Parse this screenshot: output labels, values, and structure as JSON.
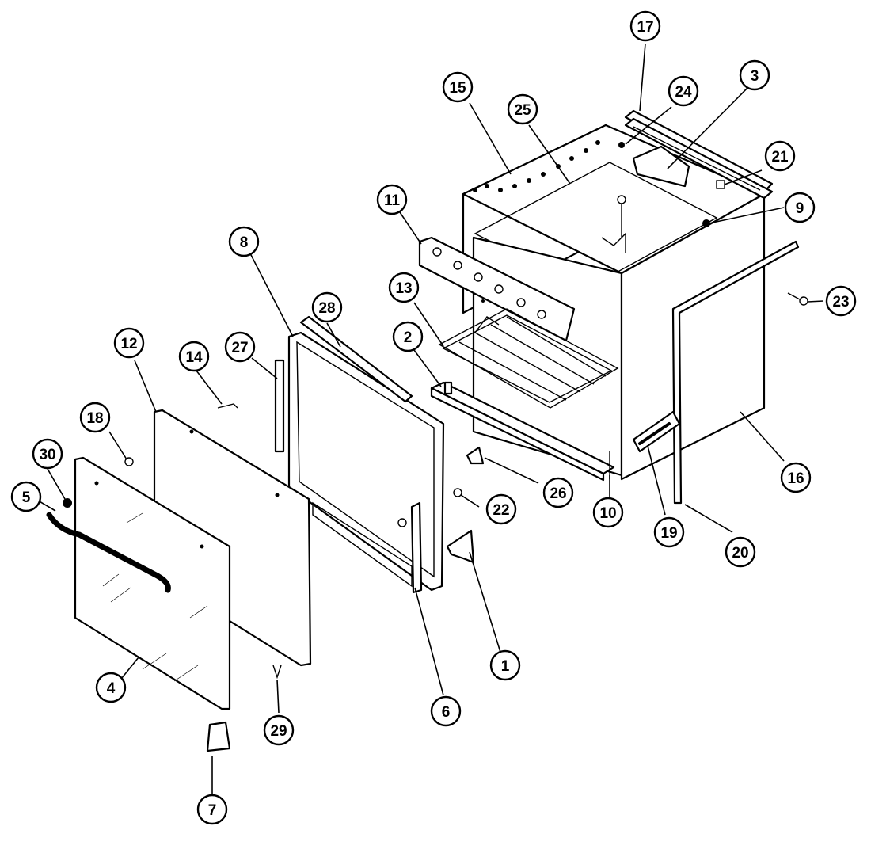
{
  "callouts": [
    {
      "id": "1",
      "label": "1"
    },
    {
      "id": "2",
      "label": "2"
    },
    {
      "id": "3",
      "label": "3"
    },
    {
      "id": "4",
      "label": "4"
    },
    {
      "id": "5",
      "label": "5"
    },
    {
      "id": "6",
      "label": "6"
    },
    {
      "id": "7",
      "label": "7"
    },
    {
      "id": "8",
      "label": "8"
    },
    {
      "id": "9",
      "label": "9"
    },
    {
      "id": "10",
      "label": "10"
    },
    {
      "id": "11",
      "label": "11"
    },
    {
      "id": "12",
      "label": "12"
    },
    {
      "id": "13",
      "label": "13"
    },
    {
      "id": "14",
      "label": "14"
    },
    {
      "id": "15",
      "label": "15"
    },
    {
      "id": "16",
      "label": "16"
    },
    {
      "id": "17",
      "label": "17"
    },
    {
      "id": "18",
      "label": "18"
    },
    {
      "id": "19",
      "label": "19"
    },
    {
      "id": "20",
      "label": "20"
    },
    {
      "id": "21",
      "label": "21"
    },
    {
      "id": "22",
      "label": "22"
    },
    {
      "id": "23",
      "label": "23"
    },
    {
      "id": "24",
      "label": "24"
    },
    {
      "id": "25",
      "label": "25"
    },
    {
      "id": "26",
      "label": "26"
    },
    {
      "id": "27",
      "label": "27"
    },
    {
      "id": "28",
      "label": "28"
    },
    {
      "id": "29",
      "label": "29"
    },
    {
      "id": "30",
      "label": "30"
    }
  ],
  "colors": {
    "line": "#000000",
    "paper": "#ffffff"
  }
}
